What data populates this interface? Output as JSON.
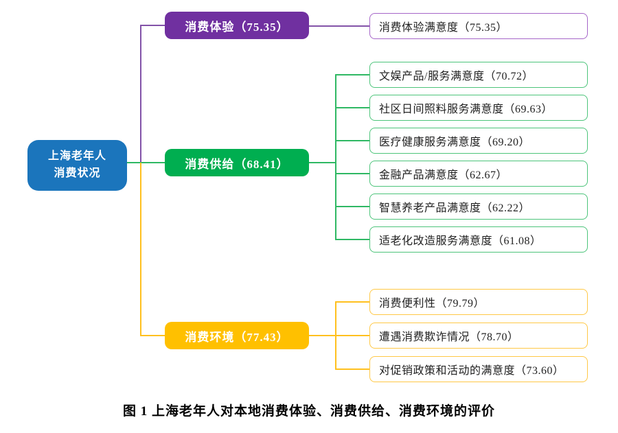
{
  "figure": {
    "caption": "图 1 上海老年人对本地消费体验、消费供给、消费环境的评价"
  },
  "root": {
    "line1": "上海老年人",
    "line2": "消费状况"
  },
  "branches": [
    {
      "name": "消费体验",
      "score": 75.35,
      "label": "消费体验（75.35）",
      "leaves": [
        "消费体验满意度（75.35）"
      ]
    },
    {
      "name": "消费供给",
      "score": 68.41,
      "label": "消费供给（68.41）",
      "leaves": [
        "文娱产品/服务满意度（70.72）",
        "社区日间照料服务满意度（69.63）",
        "医疗健康服务满意度（69.20）",
        "金融产品满意度（62.67）",
        "智慧养老产品满意度（62.22）",
        "适老化改造服务满意度（61.08）"
      ]
    },
    {
      "name": "消费环境",
      "score": 77.43,
      "label": "消费环境（77.43）",
      "leaves": [
        "消费便利性（79.79）",
        "遭遇消费欺诈情况（78.70）",
        "对促销政策和活动的满意度（73.60）"
      ]
    }
  ],
  "colors": {
    "root_blue": "#1B75BC",
    "experience_purple": "#7030A0",
    "supply_green": "#00AE50",
    "environment_yellow": "#FFC000",
    "experience_line": "#8252A8",
    "supply_line": "#2EB863",
    "environment_line": "#FFC01E",
    "experience_leaf_border": "#A565C8",
    "supply_leaf_border": "#4CC47A",
    "environment_leaf_border": "#FFC845"
  }
}
